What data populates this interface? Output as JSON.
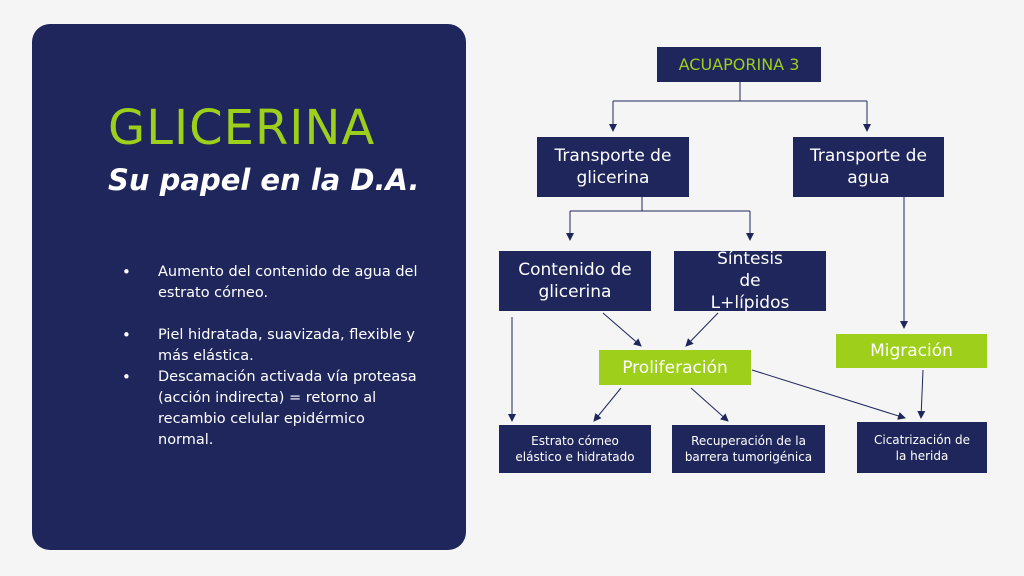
{
  "left_panel": {
    "title": "GLICERINA",
    "subtitle": "Su papel en la D.A.",
    "bullets": [
      "Aumento del contenido de agua del estrato córneo.",
      "Piel hidratada, suavizada, flexible y más elástica.",
      "Descamación activada vía proteasa (acción indirecta) = retorno al recambio celular epidérmico normal."
    ]
  },
  "diagram": {
    "nodes": {
      "acuaporina": "ACUAPORINA 3",
      "transporte_glicerina": "Transporte de glicerina",
      "transporte_agua": "Transporte de agua",
      "contenido_glicerina": "Contenido de glicerina",
      "sintesis_lipidos": "Síntesis de L+lípidos",
      "proliferacion": "Proliferación",
      "migracion": "Migración",
      "estrato_corneo": "Estrato córneo elástico e hidratado",
      "recuperacion_barrera": "Recuperación de la barrera tumorigénica",
      "cicatrizacion": "Cicatrización de la herida"
    },
    "colors": {
      "navy": "#1f265c",
      "green": "#9ecf1b",
      "background": "#f5f5f5"
    }
  }
}
